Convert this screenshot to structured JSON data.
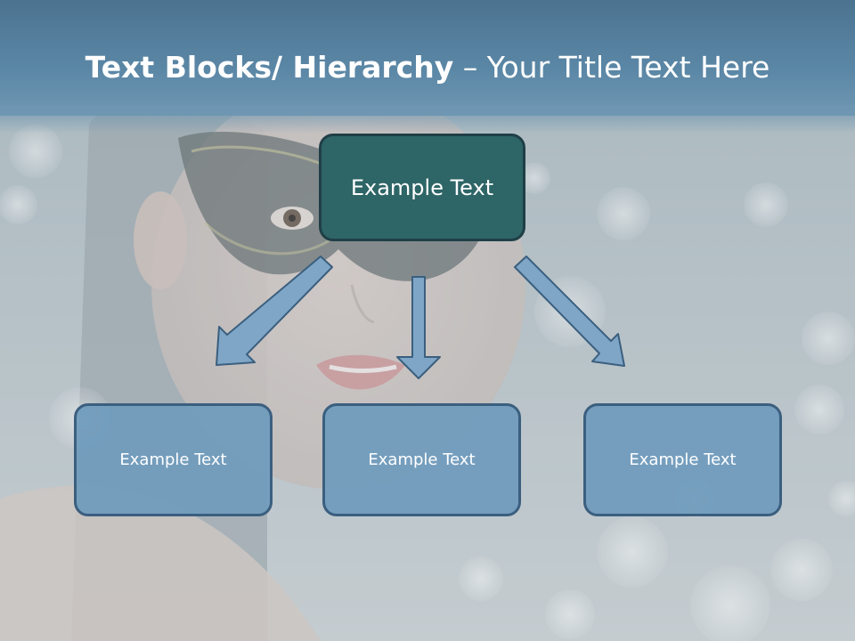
{
  "title": {
    "bold": "Text Blocks/ Hierarchy",
    "rest": " – Your Title Text Here"
  },
  "hierarchy": {
    "top": "Example Text",
    "children": [
      "Example Text",
      "Example Text",
      "Example Text"
    ]
  },
  "colors": {
    "title_bar": "#5b87a6",
    "top_box_fill": "#2e6567",
    "top_box_border": "#1f3f46",
    "child_box_fill": "#719cbd",
    "child_box_border": "#3b5f7f",
    "arrow_fill": "#7fa6c6",
    "arrow_stroke": "#3b5f7f"
  }
}
